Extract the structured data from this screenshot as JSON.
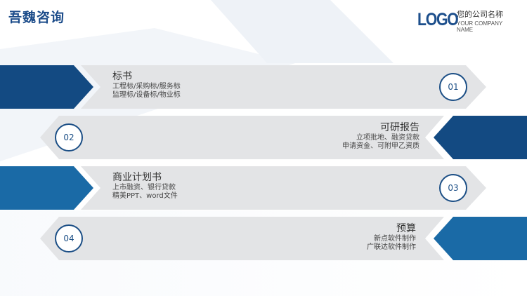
{
  "header": {
    "title": "吾魏咨询",
    "logo_mark": "LOGO",
    "logo_company_cn": "您的公司名称",
    "logo_company_en": "YOUR COMPANY NAME"
  },
  "colors": {
    "dark_blue": "#134a82",
    "mid_blue": "#1a6aa6",
    "band_gray": "#e3e4e6",
    "badge_border": "#1c4f86"
  },
  "items": [
    {
      "number": "01",
      "title": "标书",
      "lines": [
        "工程标/采购标/服务标",
        "监理标/设备标/物业标"
      ]
    },
    {
      "number": "02",
      "title": "可研报告",
      "lines": [
        "立项批地、融资贷款",
        "申请资金、可附甲乙资质"
      ]
    },
    {
      "number": "03",
      "title": "商业计划书",
      "lines": [
        "上市融资、银行贷款",
        "精美PPT、word文件"
      ]
    },
    {
      "number": "04",
      "title": "预算",
      "lines": [
        "新点软件制作",
        "广联达软件制作"
      ]
    }
  ]
}
